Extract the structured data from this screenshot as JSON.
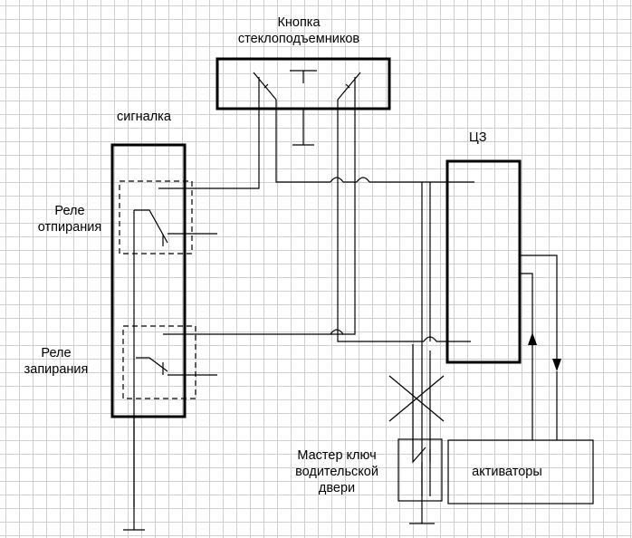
{
  "labels": {
    "window_button": [
      "Кнопка",
      "стеклоподъемников"
    ],
    "alarm": "сигналка",
    "unlock_relay": [
      "Реле",
      "отпирания"
    ],
    "lock_relay": [
      "Реле",
      "запирания"
    ],
    "central_lock": "ЦЗ",
    "master_key": [
      "Мастер ключ",
      "водительской",
      "двери"
    ],
    "actuators": "активаторы"
  }
}
